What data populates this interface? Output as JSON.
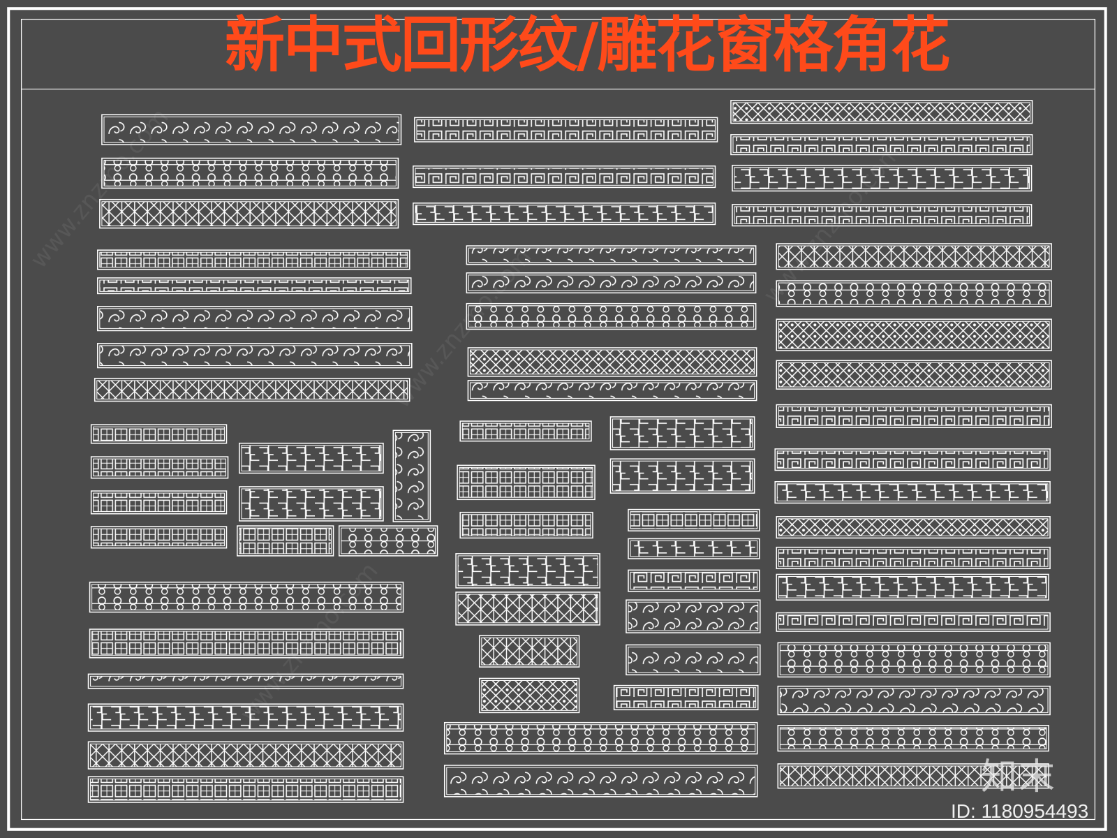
{
  "sheet": {
    "title": "新中式回形纹/雕花窗格角花",
    "title_color": "#ff4a1a",
    "background_color": "#4b4b4b",
    "line_color": "#ffffff"
  },
  "watermark": {
    "logo": "知末",
    "id_label": "ID: 1180954493",
    "site": "www.znzmo.com"
  }
}
